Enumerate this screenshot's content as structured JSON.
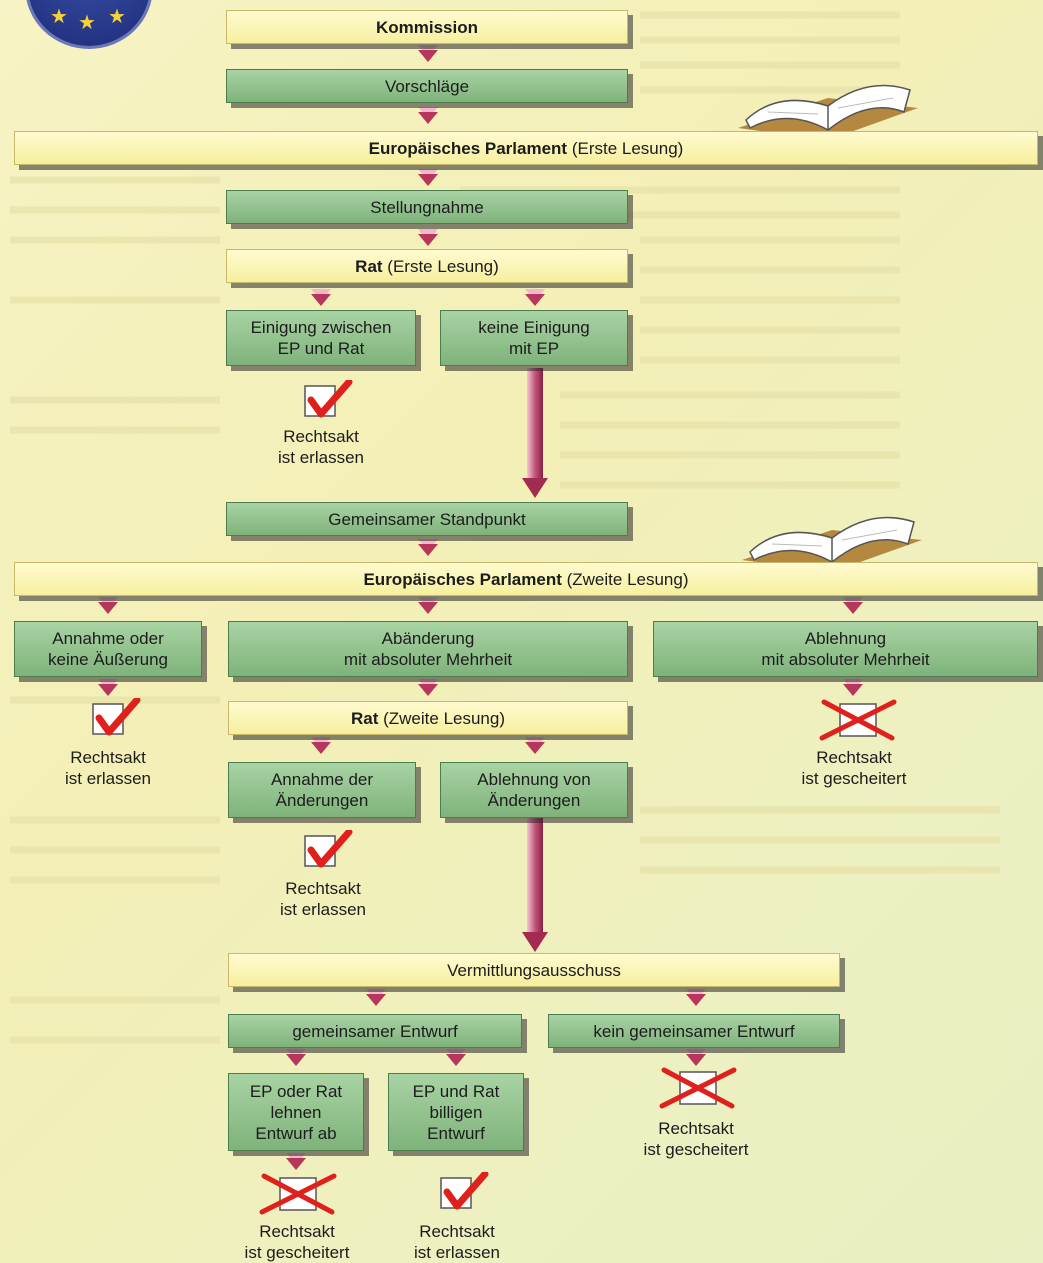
{
  "flow": {
    "kommission": "Kommission",
    "vorschlaege": "Vorschläge",
    "ep1_bold": "Europäisches Parlament",
    "ep1_rest": " (Erste Lesung)",
    "stellungnahme": "Stellungnahme",
    "rat1_bold": "Rat",
    "rat1_rest": " (Erste Lesung)",
    "einigung": "Einigung zwischen\nEP und Rat",
    "keine_einigung": "keine Einigung\nmit EP",
    "gemeinsamer_standpunkt": "Gemeinsamer Standpunkt",
    "ep2_bold": "Europäisches Parlament",
    "ep2_rest": " (Zweite Lesung)",
    "annahme": "Annahme oder\nkeine Äußerung",
    "abaenderung": "Abänderung\nmit absoluter Mehrheit",
    "ablehnung": "Ablehnung\nmit absoluter Mehrheit",
    "rat2_bold": "Rat",
    "rat2_rest": " (Zweite Lesung)",
    "annahme_aenderungen": "Annahme der\nÄnderungen",
    "ablehnung_aenderungen": "Ablehnung von\nÄnderungen",
    "vermittlung": "Vermittlungsausschuss",
    "gem_entwurf": "gemeinsamer Entwurf",
    "kein_gem_entwurf": "kein gemeinsamer Entwurf",
    "ep_oder_rat": "EP oder Rat\nlehnen\nEntwurf ab",
    "ep_und_rat": "EP und Rat\nbilligen\nEntwurf"
  },
  "outcomes": {
    "erlassen": "Rechtsakt\nist erlassen",
    "gescheitert": "Rechtsakt\nist gescheitert"
  },
  "colors": {
    "yellow_box": "#f6ef9f",
    "green_box": "#8fc28b",
    "arrow": "#b8365c",
    "check": "#e0201c"
  }
}
